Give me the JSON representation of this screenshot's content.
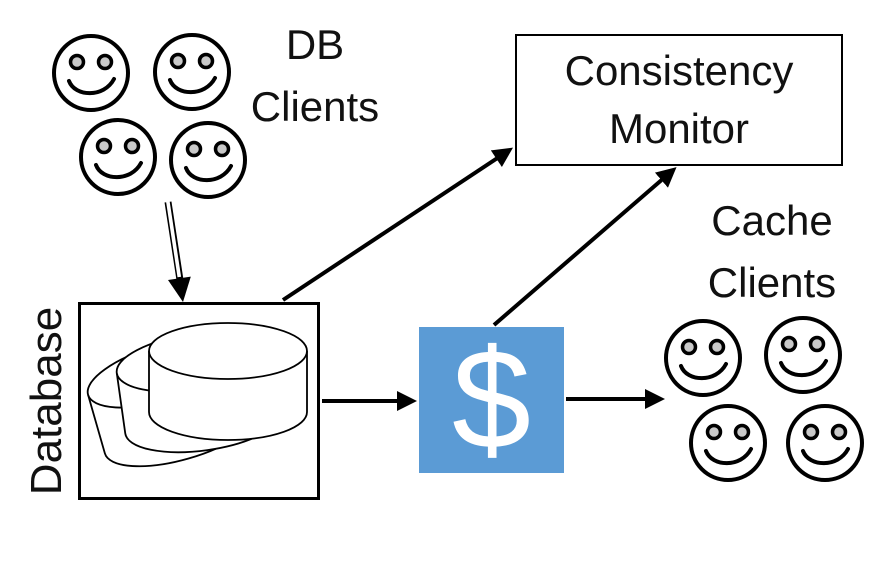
{
  "diagram": {
    "db_clients": {
      "label_line1": "DB",
      "label_line2": "Clients",
      "icon": "smiley-face-icon",
      "count": 4
    },
    "consistency_monitor": {
      "label_line1": "Consistency",
      "label_line2": "Monitor"
    },
    "cache_clients": {
      "label_line1": "Cache",
      "label_line2": "Clients",
      "icon": "smiley-face-icon",
      "count": 4
    },
    "database": {
      "label": "Database",
      "icon": "database-cylinders-icon",
      "cylinder_count": 3
    },
    "cache": {
      "symbol": "$",
      "icon": "dollar-sign-icon"
    },
    "connections": [
      {
        "from": "db-clients",
        "to": "database",
        "style": "double-line-arrow"
      },
      {
        "from": "database",
        "to": "consistency-monitor",
        "style": "solid-arrow"
      },
      {
        "from": "cache",
        "to": "consistency-monitor",
        "style": "solid-arrow"
      },
      {
        "from": "database",
        "to": "cache",
        "style": "solid-arrow"
      },
      {
        "from": "cache",
        "to": "cache-clients",
        "style": "solid-arrow"
      }
    ],
    "colors": {
      "cache_box_fill": "#5B9BD5",
      "cache_symbol": "#ffffff",
      "line_stroke": "#000000",
      "smiley_eye_fill": "#c9c9c9",
      "background": "#ffffff",
      "text": "#111111"
    }
  }
}
